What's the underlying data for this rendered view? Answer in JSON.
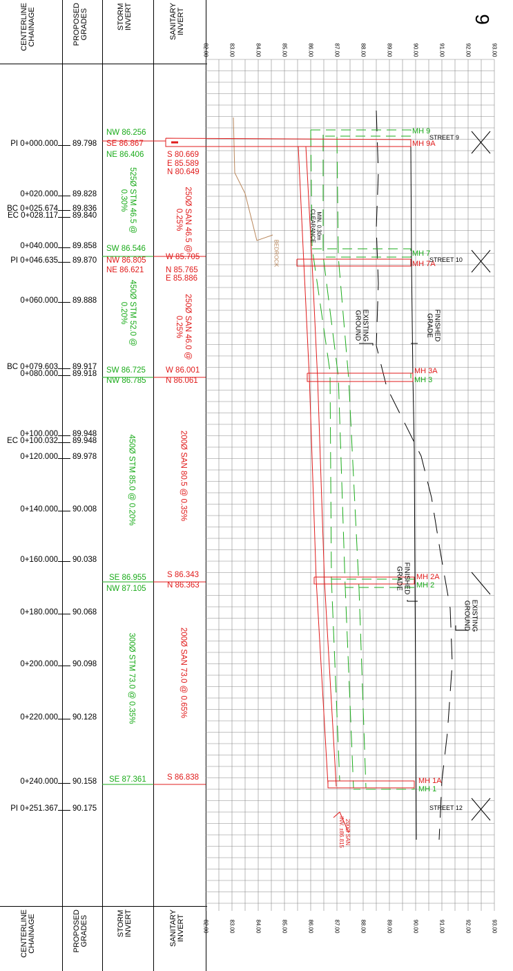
{
  "sheet_number": "9",
  "headers": {
    "chainage": "CENTERLINE\nCHAINAGE",
    "grades": "PROPOSED\nGRADES",
    "storm": "STORM\nINVERT",
    "sanitary": "SANITARY\nINVERT"
  },
  "elevations": [
    "82.00",
    "83.00",
    "84.00",
    "85.00",
    "86.00",
    "87.00",
    "88.00",
    "89.00",
    "90.00",
    "91.00",
    "92.00",
    "93.00"
  ],
  "stations": [
    {
      "chainage": "PI 0+000.000",
      "grade": "89.798"
    },
    {
      "chainage": "0+020.000",
      "grade": "89.828"
    },
    {
      "chainage": "BC 0+025.674",
      "grade": "89.836"
    },
    {
      "chainage": "EC 0+028.117",
      "grade": "89.840"
    },
    {
      "chainage": "0+040.000",
      "grade": "89.858"
    },
    {
      "chainage": "PI 0+046.635",
      "grade": "89.870"
    },
    {
      "chainage": "0+060.000",
      "grade": "89.888"
    },
    {
      "chainage": "BC 0+079.603",
      "grade": "89.917"
    },
    {
      "chainage": "0+080.000",
      "grade": "89.918"
    },
    {
      "chainage": "0+100.000",
      "grade": "89.948"
    },
    {
      "chainage": "EC 0+100.032",
      "grade": "89.948"
    },
    {
      "chainage": "0+120.000",
      "grade": "89.978"
    },
    {
      "chainage": "0+140.000",
      "grade": "90.008"
    },
    {
      "chainage": "0+160.000",
      "grade": "90.038"
    },
    {
      "chainage": "0+180.000",
      "grade": "90.068"
    },
    {
      "chainage": "0+200.000",
      "grade": "90.098"
    },
    {
      "chainage": "0+220.000",
      "grade": "90.128"
    },
    {
      "chainage": "0+240.000",
      "grade": "90.158"
    },
    {
      "chainage": "PI 0+251.367",
      "grade": "90.175"
    }
  ],
  "storm_inverts": {
    "a": "NW 86.256",
    "b": "SE 86.867",
    "c": "NE 86.406",
    "d": "SW 86.546",
    "e": "NW 86.805",
    "f": "NE 86.621",
    "g": "SW 86.725",
    "h": "NW 86.785",
    "i": "SE 86.955",
    "j": "NW 87.105",
    "k": "SE 87.361"
  },
  "sanitary_inverts": {
    "a": "S 80.669",
    "b": "E 85.589",
    "c": "N 80.649",
    "d": "W 85.705",
    "e": "N 85.765",
    "f": "E 85.886",
    "g": "W 86.001",
    "h": "N 86.061",
    "i": "S 86.343",
    "j": "N 86.363",
    "k": "S 86.838"
  },
  "storm_pipes": [
    "525Ø STM 46.5 @\n0.30%",
    "450Ø STM 52.0 @\n0.20%",
    "450Ø STM 85.0 @ 0.20%",
    "300Ø STM 73.0 @ 0.35%"
  ],
  "sanitary_pipes": [
    "250Ø SAN 46.5 @\n0.25%",
    "250Ø SAN 46.0 @\n0.25%",
    "200Ø SAN 80.5 @ 0.35%",
    "200Ø SAN 73.0 @ 0.65%"
  ],
  "manholes": {
    "mh9": "MH 9",
    "mh9a": "MH 9A",
    "mh7": "MH 7",
    "mh7a": "MH 7A",
    "mh3a": "MH 3A",
    "mh3": "MH 3",
    "mh2a": "MH 2A",
    "mh2": "MH 2",
    "mh1a": "MH 1A",
    "mh1": "MH 1"
  },
  "streets": {
    "s9": "STREET 9",
    "s10": "STREET 10",
    "s12": "STREET 12"
  },
  "notes": {
    "bedrock": "BEDROCK",
    "clearance": "MIN. 0.30m\nCLEARANCE",
    "existing1": "EXISTING\nGROUND",
    "finished1": "FINISHED\nGRADE",
    "existing2": "EXISTING\nGROUND",
    "finished2": "FINISHED\nGRADE",
    "san_stub": "200Ø SAN\nINV. ±86.815"
  },
  "colors": {
    "storm": "#1aab1a",
    "sanitary": "#e01b1b",
    "ground": "#000000",
    "bedrock": "#b8865a"
  }
}
